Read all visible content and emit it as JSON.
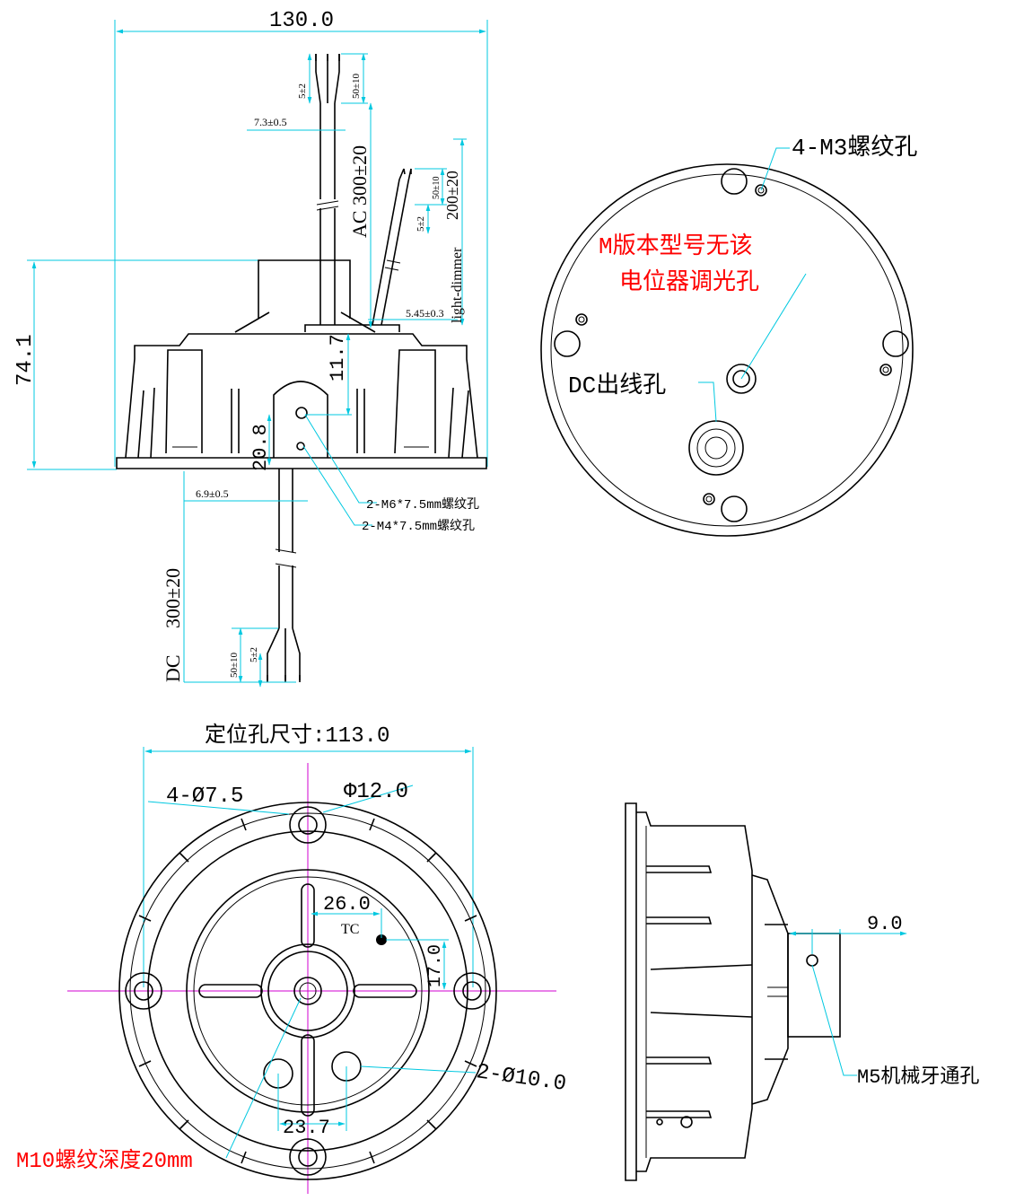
{
  "colors": {
    "dimension": "#00c8e0",
    "center_line": "#d000d0",
    "note": "#ff0000",
    "outline": "#000000"
  },
  "side_view": {
    "width_dim": "130.0",
    "height_dim": "74.1",
    "ac_cable": {
      "length": "AC  300±20",
      "strip": "50±10",
      "wire_strip": "5±2",
      "diameter": "7.3±0.5"
    },
    "dimmer_cable": {
      "length": "200±20",
      "label": "light-dimmer",
      "strip": "50±10",
      "wire_strip": "5±2",
      "diameter": "5.45±0.3"
    },
    "dc_cable": {
      "prefix": "DC",
      "length": "300±20",
      "strip": "50±10",
      "wire_strip": "5±2",
      "diameter": "6.9±0.5"
    },
    "dim_11_7": "11.7",
    "dim_20_8": "20.8",
    "callout_m6": "2-M6*7.5mm螺纹孔",
    "callout_m4": "2-M4*7.5mm螺纹孔"
  },
  "top_view": {
    "callout_m3": "4-M3螺纹孔",
    "note_line1": "M版本型号无该",
    "note_line2": "电位器调光孔",
    "callout_dc": "DC出线孔"
  },
  "bottom_view": {
    "title": "定位孔尺寸:113.0",
    "hole_dim": "4-Ø7.5",
    "phi12": "Φ12.0",
    "dim_26": "26.0",
    "tc": "TC",
    "dim_17": "17.0",
    "phi10": "2-Ø10.0",
    "dim_23_7": "23.7",
    "m10_note": "M10螺纹深度20mm"
  },
  "profile_view": {
    "dim_9": "9.0",
    "callout_m5": "M5机械牙通孔"
  }
}
